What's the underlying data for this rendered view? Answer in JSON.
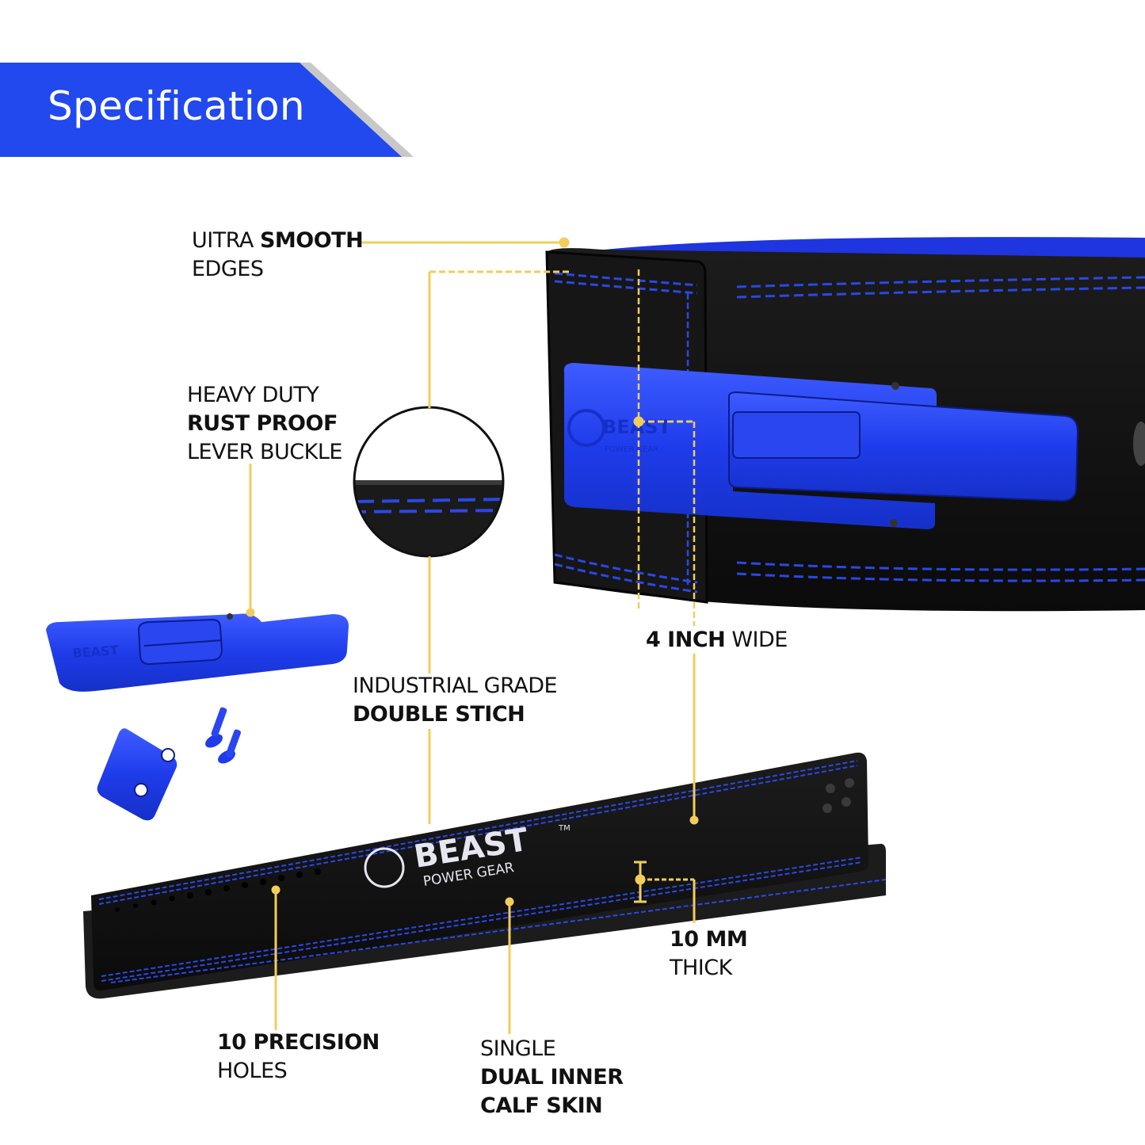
{
  "header": {
    "title": "Specification",
    "banner_color": "#2249EE",
    "banner_shadow_color": "#C8C8C8"
  },
  "colors": {
    "leader_line": "#F2CD5C",
    "belt_leather": "#141414",
    "belt_stitch": "#2A48E6",
    "buckle_blue": "#1F3CEB",
    "text": "#111111"
  },
  "brand": {
    "logo_text": "BEAST",
    "logo_subtext": "POWER GEAR",
    "trademark": "TM"
  },
  "callouts": [
    {
      "id": "smooth-edges",
      "lines": [
        [
          {
            "t": "UITRA ",
            "w": "n"
          },
          {
            "t": "SMOOTH",
            "w": "b"
          }
        ],
        [
          {
            "t": "EDGES",
            "w": "n"
          }
        ]
      ]
    },
    {
      "id": "lever-buckle",
      "lines": [
        [
          {
            "t": "HEAVY DUTY",
            "w": "n"
          }
        ],
        [
          {
            "t": "RUST PROOF",
            "w": "b"
          }
        ],
        [
          {
            "t": "LEVER BUCKLE",
            "w": "n"
          }
        ]
      ]
    },
    {
      "id": "double-stitch",
      "lines": [
        [
          {
            "t": "INDUSTRIAL GRADE",
            "w": "n"
          }
        ],
        [
          {
            "t": "DOUBLE STICH",
            "w": "b"
          }
        ]
      ]
    },
    {
      "id": "width",
      "lines": [
        [
          {
            "t": "4 INCH",
            "w": "b"
          },
          {
            "t": " WIDE",
            "w": "n"
          }
        ]
      ]
    },
    {
      "id": "thickness",
      "lines": [
        [
          {
            "t": "10 MM",
            "w": "b"
          }
        ],
        [
          {
            "t": "THICK",
            "w": "n"
          }
        ]
      ]
    },
    {
      "id": "holes",
      "lines": [
        [
          {
            "t": "10 PRECISION",
            "w": "b"
          }
        ],
        [
          {
            "t": "HOLES",
            "w": "n"
          }
        ]
      ]
    },
    {
      "id": "calf-skin",
      "lines": [
        [
          {
            "t": "SINGLE",
            "w": "n"
          }
        ],
        [
          {
            "t": "DUAL INNER",
            "w": "b"
          }
        ],
        [
          {
            "t": "CALF SKIN",
            "w": "b"
          }
        ]
      ]
    }
  ],
  "labels": {
    "smooth_l1a": "UITRA ",
    "smooth_l1b": "SMOOTH",
    "smooth_l2": "EDGES",
    "buckle_l1": "HEAVY DUTY",
    "buckle_l2": "RUST PROOF",
    "buckle_l3": "LEVER BUCKLE",
    "stitch_l1": "INDUSTRIAL GRADE",
    "stitch_l2": "DOUBLE STICH",
    "width_l1a": "4 INCH",
    "width_l1b": " WIDE",
    "thick_l1": "10 MM",
    "thick_l2": "THICK",
    "holes_l1": "10 PRECISION",
    "holes_l2": "HOLES",
    "calf_l1": "SINGLE",
    "calf_l2": "DUAL INNER",
    "calf_l3": "CALF SKIN"
  }
}
